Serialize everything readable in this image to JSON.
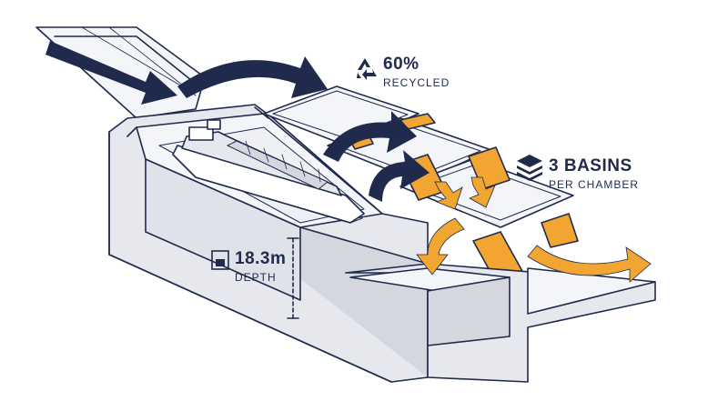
{
  "stats": {
    "recycled": {
      "value": "60%",
      "label": "RECYCLED",
      "icon": "recycle-icon"
    },
    "basins": {
      "value": "3 BASINS",
      "label": "PER CHAMBER",
      "icon": "layers-icon"
    },
    "depth": {
      "value": "18.3m",
      "label": "DEPTH",
      "icon": "depth-gauge-icon"
    }
  },
  "colors": {
    "navy": "#1f2a4d",
    "orange": "#f2a530",
    "concrete": "#e6e8ed",
    "concrete_dark": "#d4d7de",
    "water": "#f4f5f8"
  }
}
